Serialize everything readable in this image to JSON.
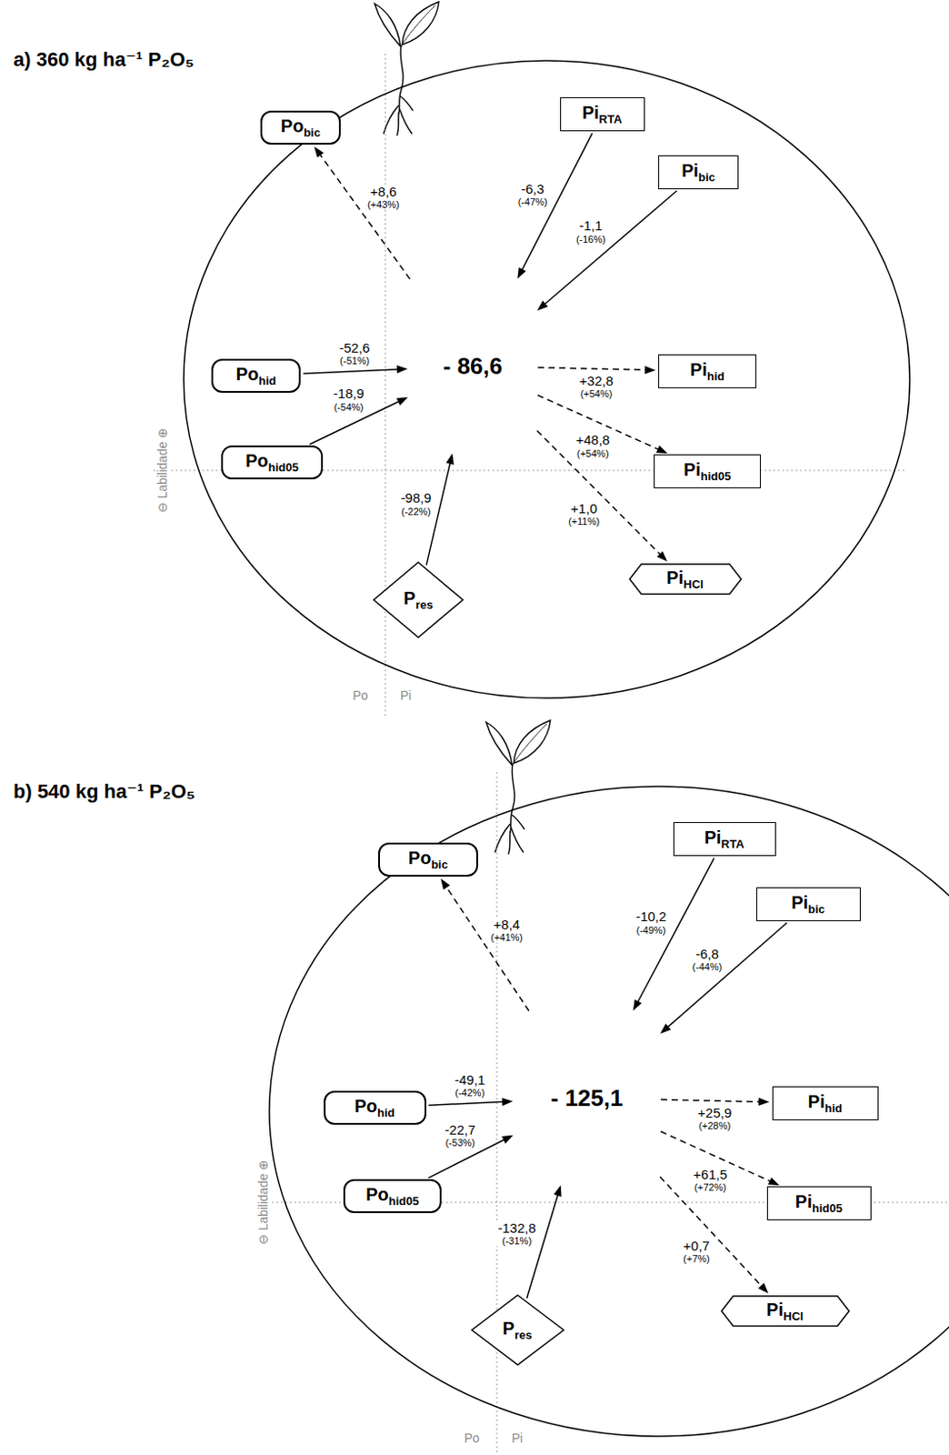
{
  "diagram": {
    "nodes": [
      {
        "text": [
          "a) 360 kg ha⁻¹ P₂O₅"
        ]
      },
      {
        "text": [
          "Po",
          "bic"
        ],
        "in": 0
      },
      {
        "text": [
          "Pi",
          "RTA"
        ],
        "in": 0
      },
      {
        "text": [
          "Pi",
          "bic"
        ],
        "in": 0
      },
      {
        "text": [
          "Po",
          "hid"
        ],
        "in": 0
      },
      {
        "text": [
          "- 86,6"
        ],
        "in": 0
      },
      {
        "text": [
          "Pi",
          "hid"
        ],
        "in": 0
      },
      {
        "text": [
          "Po",
          "hid05"
        ],
        "in": 0
      },
      {
        "text": [
          "Pi",
          "hid05"
        ],
        "in": 0
      },
      {
        "text": [
          "Pi",
          "HCl"
        ],
        "in": 0
      },
      {
        "text": [
          "P",
          "res"
        ],
        "in": 0
      },
      {
        "text": [
          "b) 540 kg ha⁻¹ P₂O₅"
        ]
      },
      {
        "text": [
          "Po",
          "bic"
        ],
        "in": 11
      },
      {
        "text": [
          "Pi",
          "RTA"
        ],
        "in": 11
      },
      {
        "text": [
          "Pi",
          "bic"
        ],
        "in": 11
      },
      {
        "text": [
          "Po",
          "hid"
        ],
        "in": 11
      },
      {
        "text": [
          "- 125,1"
        ],
        "in": 11
      },
      {
        "text": [
          "Pi",
          "hid"
        ],
        "in": 11
      },
      {
        "text": [
          "Po",
          "hid05"
        ],
        "in": 11
      },
      {
        "text": [
          "Pi",
          "hid05"
        ],
        "in": 11
      },
      {
        "text": [
          "Pi",
          "HCl"
        ],
        "in": 11
      },
      {
        "text": [
          "P",
          "res"
        ],
        "in": 11
      }
    ],
    "edges": [
      {
        "from": 5,
        "to": 1,
        "arrow": "to",
        "label": "+8,6"
      },
      {
        "from": 2,
        "to": 5,
        "arrow": "to",
        "label": "-6,3"
      },
      {
        "from": 3,
        "to": 5,
        "arrow": "to",
        "label": "-1,1"
      },
      {
        "from": 4,
        "to": 5,
        "arrow": "to",
        "label": "-52,6"
      },
      {
        "from": 5,
        "to": 6,
        "arrow": "to",
        "label": "+32,8"
      },
      {
        "from": 7,
        "to": 5,
        "arrow": "to",
        "label": "-18,9"
      },
      {
        "from": 5,
        "to": 8,
        "arrow": "to",
        "label": "+48,8"
      },
      {
        "from": 5,
        "to": 9,
        "arrow": "to",
        "label": "+1,0"
      },
      {
        "from": 10,
        "to": 5,
        "arrow": "to",
        "label": "-98,9"
      },
      {
        "from": 16,
        "to": 12,
        "arrow": "to",
        "label": "+8,4"
      },
      {
        "from": 13,
        "to": 16,
        "arrow": "to",
        "label": "-10,2"
      },
      {
        "from": 14,
        "to": 16,
        "arrow": "to",
        "label": "-6,8"
      },
      {
        "from": 15,
        "to": 16,
        "arrow": "to",
        "label": "-49,1"
      },
      {
        "from": 16,
        "to": 17,
        "arrow": "to",
        "label": "+25,9"
      },
      {
        "from": 18,
        "to": 16,
        "arrow": "to",
        "label": "-22,7"
      },
      {
        "from": 16,
        "to": 19,
        "arrow": "to",
        "label": "+61,5"
      },
      {
        "from": 16,
        "to": 20,
        "arrow": "to",
        "label": "+0,7"
      },
      {
        "from": 21,
        "to": 16,
        "arrow": "to",
        "label": "-132,8"
      }
    ],
    "labels": [
      "(+43%)",
      "(-47%)",
      "(-16%)",
      "(-51%)",
      "(+54%)",
      "(-54%)",
      "(+54%)",
      "(+11%)",
      "(-22%)",
      "⊖ Labilidade ⊕",
      "Po",
      "Pi",
      "(+41%)",
      "(-49%)",
      "(-44%)",
      "(-42%)",
      "(+28%)",
      "(-53%)",
      "(+72%)",
      "(+7%)",
      "(-31%)",
      "⊖ Labilidade ⊕",
      "Po",
      "Pi"
    ]
  }
}
